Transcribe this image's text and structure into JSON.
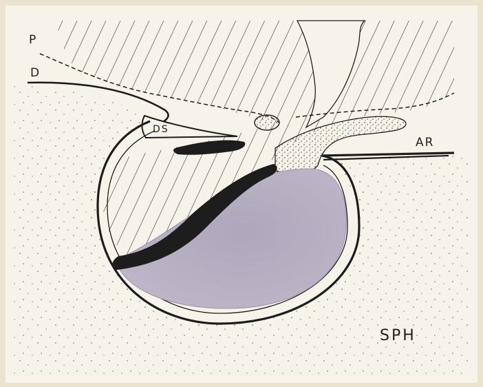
{
  "labels": {
    "p": "P",
    "d": "D",
    "ds": "DS",
    "ar": "AR",
    "sph": "SPH"
  },
  "colors": {
    "paper": "#f6f3ea",
    "frame": "#e9e3cf",
    "ink": "#1d1d1d",
    "lesion": "#b7b1c3",
    "dots": "#8a8575"
  }
}
